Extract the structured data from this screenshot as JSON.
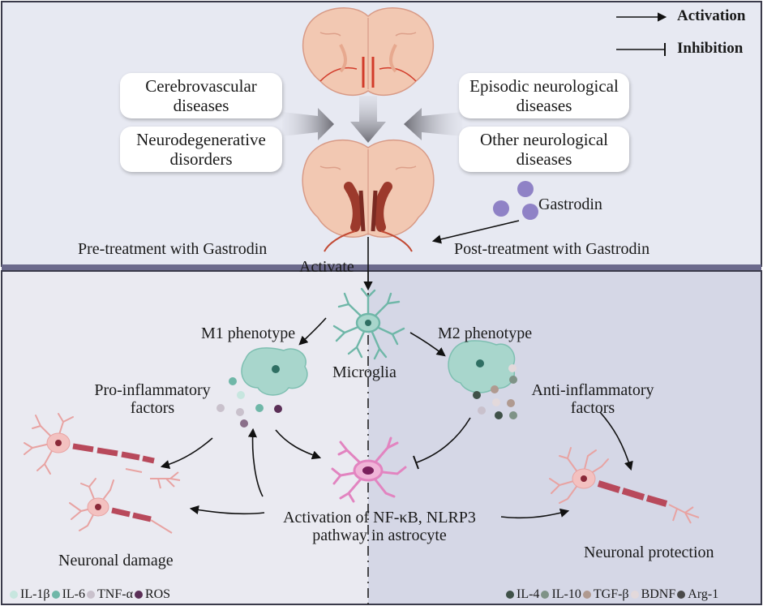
{
  "legend_key": {
    "activation": "Activation",
    "inhibition": "Inhibition"
  },
  "top": {
    "cerebrovascular": [
      "Cerebrovascular",
      "diseases"
    ],
    "neurodegenerative": [
      "Neurodegenerative",
      "disorders"
    ],
    "episodic": [
      "Episodic neurological",
      "diseases"
    ],
    "other": [
      "Other neurological",
      "diseases"
    ],
    "gastrodin": "Gastrodin",
    "pre_treatment": "Pre-treatment with Gastrodin",
    "post_treatment": "Post-treatment with Gastrodin",
    "activate": "Activate"
  },
  "bottom": {
    "m1": "M1 phenotype",
    "m2": "M2 phenotype",
    "microglia": "Microglia",
    "pro_inflammatory": [
      "Pro-inflammatory",
      "factors"
    ],
    "anti_inflammatory": [
      "Anti-inflammatory",
      "factors"
    ],
    "astrocyte": [
      "Activation of NF-κB, NLRP3",
      "pathway in astrocyte"
    ],
    "neuronal_damage": "Neuronal damage",
    "neuronal_protection": "Neuronal protection"
  },
  "factor_legend_left": [
    {
      "label": "IL-1β",
      "color": "#c7e6df"
    },
    {
      "label": "IL-6",
      "color": "#6fb7a8"
    },
    {
      "label": "TNF-α",
      "color": "#c9c1cc"
    },
    {
      "label": "ROS",
      "color": "#5b2f57"
    }
  ],
  "factor_legend_right": [
    {
      "label": "IL-4",
      "color": "#3f5148"
    },
    {
      "label": "IL-10",
      "color": "#7f9387"
    },
    {
      "label": "TGF-β",
      "color": "#b09a90"
    },
    {
      "label": "BDNF",
      "color": "#e3d9db"
    },
    {
      "label": "Arg-1",
      "color": "#4a4a4a"
    }
  ],
  "colors": {
    "top_bg": "#e7e9f2",
    "bottom_left_bg": "#eaeaf1",
    "bottom_right_bg": "#d5d7e6",
    "divider": "#6c6a8c",
    "brain": "#f2c8b2",
    "brain_vessel": "#d23b2a",
    "gastrodin": "#8f82c6",
    "microglia": "#6fb7a8",
    "astrocyte": "#e284c0",
    "neuron": "#e8a3a2",
    "axon": "#b8495b"
  }
}
